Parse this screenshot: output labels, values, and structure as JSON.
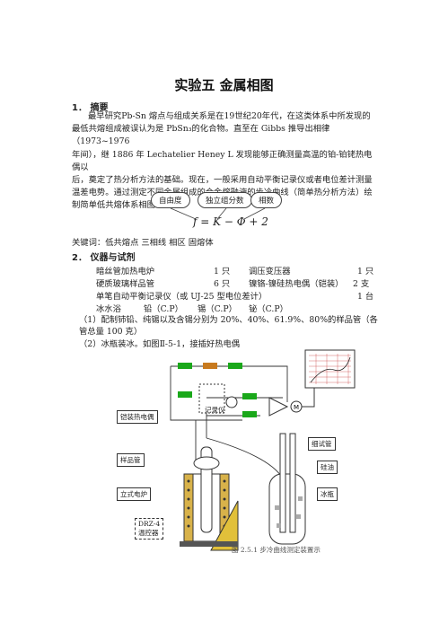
{
  "title": "实验五 金属相图",
  "section1": {
    "heading": "1．  摘要",
    "lines": [
      "最早研究Pb-Sn 熔点与组成关系是在19世纪20年代，在这类体系中所发现的",
      "最低共熔组成被误认为是 PbSn₃的化合物。直至在 Gibbs 推导出相律（1973~1976",
      "年间），继 1886 年 Lechatelier Heney L 发现能够正确测量高温的铂-铂铑热电偶以",
      "后，奠定了热分析方法的基础。现在，一般采用自动平衡记录仪或者电位差计测量",
      "温差电势。通过测定不同金属组成的合金熔融液的步冷曲线（简单热分析方法）绘",
      "制简单低共熔体系相图。相律："
    ],
    "bubbles": [
      "自由度",
      "独立组分数",
      "相数"
    ],
    "formula": "f = K − Φ + 2",
    "keywords": "关键词：低共熔点     三相线     相区     固熔体"
  },
  "section2": {
    "heading": "2．  仪器与试剂",
    "rows": [
      [
        "暗丝管加热电炉",
        "1 只",
        "调压变压器",
        "1 只"
      ],
      [
        "硬质玻璃样品管",
        "6 只",
        "镍铬-镍硅热电偶（铠装）",
        "2 支"
      ]
    ],
    "row3_left": "单笔自动平衡记录仪（或 UJ-25 型电位差计）",
    "row3_right": "1 台",
    "row4": [
      "冰水浴",
      "铅（C.P）",
      "锡（C.P）",
      "铋（C.P）"
    ],
    "step1_a": "（1）配制铈铅、纯锡以及含锡分别为 20%、40%、61.9%、80%的样品管（各",
    "step1_b": "管总量 100 克）",
    "step2": "（2）冰瓶装冰。如图Ⅱ-5-1，接插好热电偶"
  },
  "figure": {
    "labels": {
      "thermocouple": "铠装热电偶",
      "sample_tube": "样品管",
      "furnace": "立式电炉",
      "recorder": "记录仪",
      "thin_tube": "细试管",
      "silicone_oil": "硅油",
      "ice_bottle": "冰瓶",
      "controller_1": "DRZ-4",
      "controller_2": "温控器"
    },
    "caption": "图  2.5.1  步冷曲线测定装置示",
    "colors": {
      "resistor": "#1aa81a",
      "resistor_alt": "#c87a1e",
      "furnace_fill": "#d8b24a",
      "sand": "#e1c03a"
    }
  }
}
